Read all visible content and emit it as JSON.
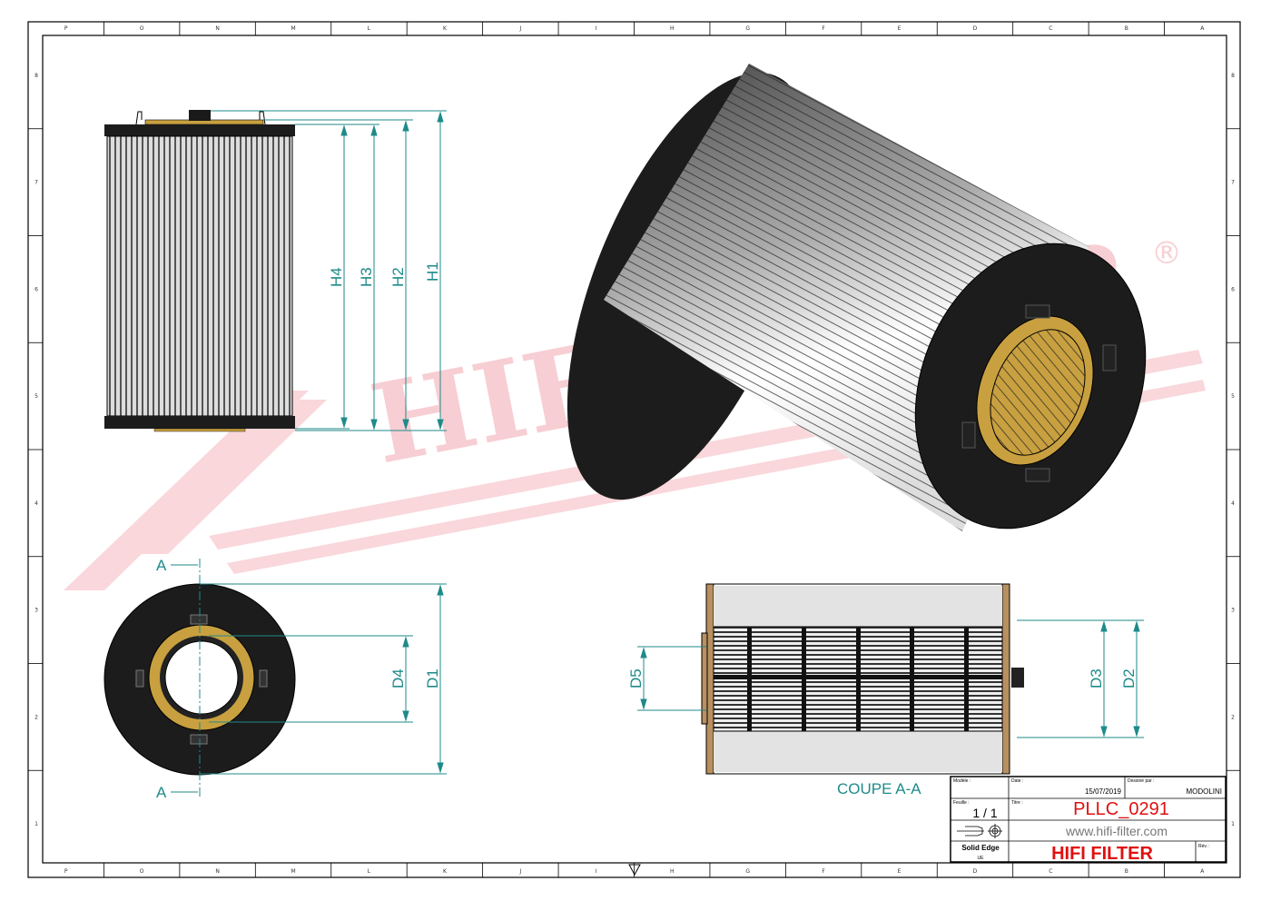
{
  "border": {
    "columns": [
      "P",
      "O",
      "N",
      "M",
      "L",
      "K",
      "J",
      "I",
      "H",
      "G",
      "F",
      "E",
      "D",
      "C",
      "B",
      "A"
    ],
    "rows": [
      "8",
      "7",
      "6",
      "5",
      "4",
      "3",
      "2",
      "1"
    ]
  },
  "watermark": {
    "text": "HIFI FILTER",
    "mark": "®"
  },
  "front_view": {
    "dimensions": [
      "H4",
      "H3",
      "H2",
      "H1"
    ]
  },
  "end_view": {
    "dimensions": [
      "D4",
      "D1"
    ],
    "section_marker": "A"
  },
  "section_view": {
    "dimensions": [
      "D5",
      "D3",
      "D2"
    ],
    "caption": "COUPE A-A"
  },
  "title_block": {
    "model_label": "Modèle :",
    "date_label": "Date :",
    "date": "15/07/2019",
    "drawn_by_label": "Dessiné par :",
    "drawn_by": "MODOLINI",
    "sheet_label": "Feuille :",
    "sheet": "1 / 1",
    "title_label": "Titre :",
    "title": "PLLC_0291",
    "website": "www.hifi-filter.com",
    "software": "Solid Edge",
    "software_sub": "UE",
    "company": "HIFI FILTER",
    "rev_label": "Rév. :"
  },
  "colors": {
    "dimension": "#1f8a8a",
    "title_red": "#e01010",
    "watermark": "#f7c9cf",
    "gold": "#c8a040"
  }
}
